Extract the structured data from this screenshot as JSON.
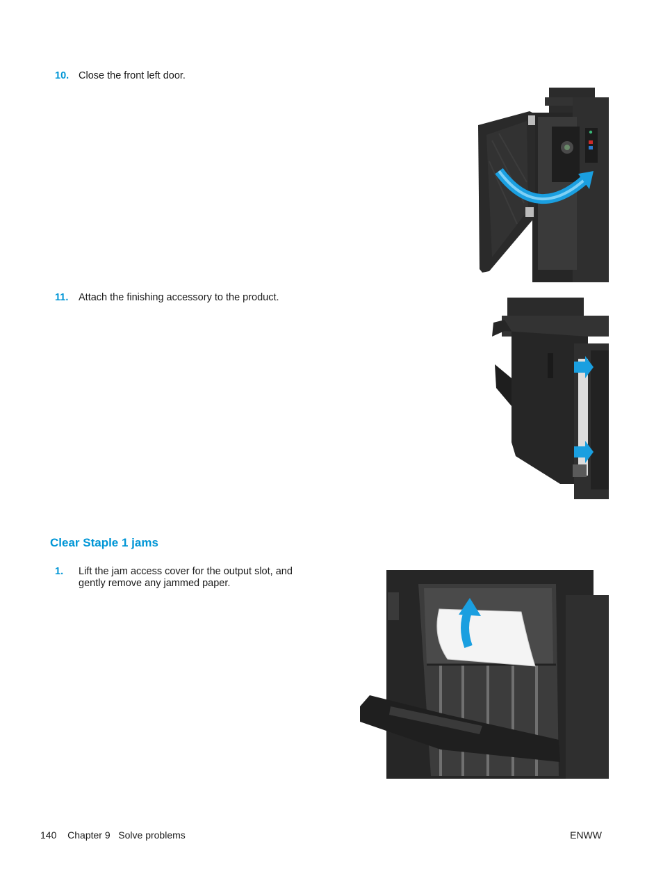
{
  "steps": {
    "s10": {
      "number": "10.",
      "text": "Close the front left door."
    },
    "s11": {
      "number": "11.",
      "text": "Attach the finishing accessory to the product."
    }
  },
  "section": {
    "title": "Clear Staple 1 jams",
    "steps": {
      "s1": {
        "number": "1.",
        "text": "Lift the jam access cover for the output slot, and gently remove any jammed paper."
      }
    }
  },
  "footer": {
    "page_number": "140",
    "chapter": "Chapter 9   Solve problems",
    "right": "ENWW"
  },
  "colors": {
    "accent": "#0096d6",
    "printer_body": "#2a2a2a",
    "arrow": "#1a9fe0"
  },
  "illustrations": {
    "fig1": "printer-front-left-door-close-illustration",
    "fig2": "finishing-accessory-attach-illustration",
    "fig3": "staple-jam-access-cover-illustration"
  }
}
